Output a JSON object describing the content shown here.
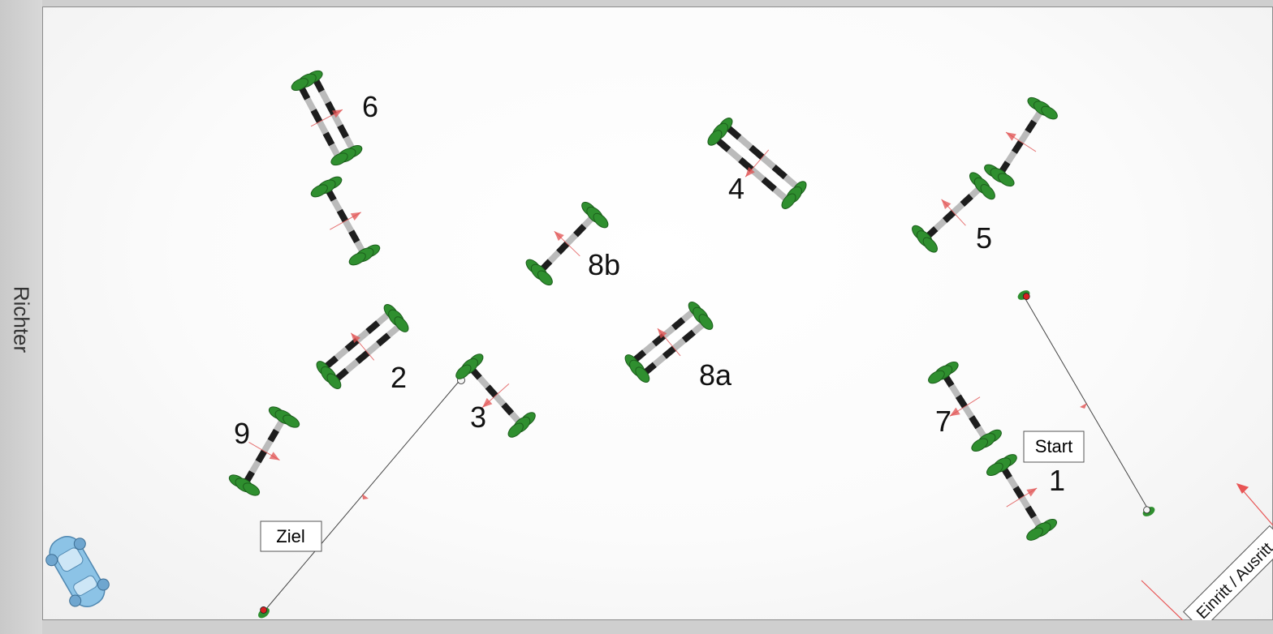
{
  "judge_label": "Richter",
  "start_label": "Start",
  "finish_label": "Ziel",
  "entrance_label": "Einritt / Ausritt",
  "colors": {
    "plant": "#2f8f2f",
    "plant_dark": "#1c5e1c",
    "pole_dark": "#1e1e1e",
    "pole_light": "#d8d8d8",
    "arrow": "#e05050",
    "line": "#444444",
    "marker_red": "#d62020"
  },
  "obstacles": [
    {
      "label": "1",
      "kind": "single"
    },
    {
      "label": "",
      "kind": "single"
    },
    {
      "label": "2",
      "kind": "double"
    },
    {
      "label": "3",
      "kind": "single"
    },
    {
      "label": "4",
      "kind": "double"
    },
    {
      "label": "5",
      "kind": "single"
    },
    {
      "label": "",
      "kind": "single"
    },
    {
      "label": "6",
      "kind": "double"
    },
    {
      "label": "7",
      "kind": "single"
    },
    {
      "label": "8a",
      "kind": "double"
    },
    {
      "label": "8b",
      "kind": "single"
    },
    {
      "label": "9",
      "kind": "single"
    }
  ],
  "icons": [
    "car-icon"
  ]
}
